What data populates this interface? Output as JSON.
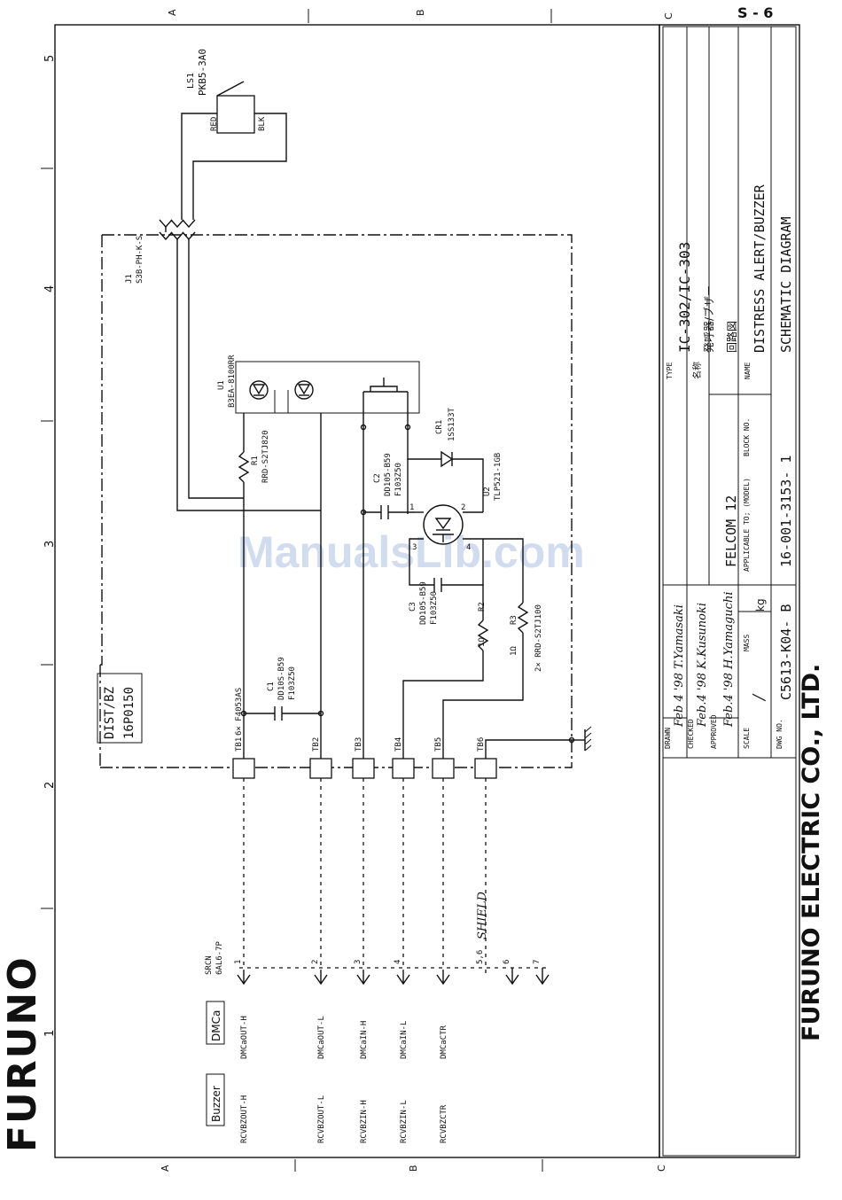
{
  "page": {
    "number": "S - 6",
    "watermark": "ManualsLib.com",
    "brand_logo": "FURUNO",
    "grid_letters": [
      "A",
      "B",
      "C"
    ],
    "grid_numbers": [
      "5",
      "4",
      "3",
      "2",
      "1"
    ]
  },
  "title_block": {
    "company": "FURUNO ELECTRIC CO., LTD.",
    "type_label": "TYPE",
    "type_value": "IC-302/IC-303",
    "name_jp_label": "名称",
    "name_jp_value": "発呼器/ブザー",
    "kind_jp": "回路図",
    "name_label": "NAME",
    "name_value": "DISTRESS ALERT/BUZZER",
    "subtitle": "SCHEMATIC DIAGRAM",
    "drawn_label": "DRAWN",
    "drawn_value": "Feb 4 '98 T.Yamasaki",
    "checked_label": "CHECKED",
    "checked_value": "Feb.4 '98 K.Kusunoki",
    "approved_label": "APPROVED",
    "approved_value": "Feb.4 '98 H.Yamaguchi",
    "scale_label": "SCALE",
    "scale_value": "/",
    "mass_label": "MASS",
    "mass_unit": "kg",
    "applicable_label": "APPLICABLE TO; (MODEL)",
    "applicable_value": "FELCOM 12",
    "block_label": "BLOCK NO.",
    "block_value": "16-001-3153- 1",
    "dwg_label": "DWG NO.",
    "dwg_value": "C5613-K04- B"
  },
  "schematic": {
    "board_name": "DIST/BZ",
    "board_code": "16P0150",
    "ls1_ref": "LS1",
    "ls1_part": "PKB5-3A0",
    "ls1_red": "RED",
    "ls1_blk": "BLK",
    "j1_ref": "J1",
    "j1_part": "S3B-PH-K-S",
    "u1_ref": "U1",
    "u1_part": "B3EA-8100RR",
    "r1_ref": "R1",
    "r1_part": "RRD-S2TJ820",
    "c1_ref": "C1",
    "c1_part": "DD10S-B59",
    "c1_value": "F103Z50",
    "c2_ref": "C2",
    "c2_part": "DD105-B59",
    "c2_value": "F103Z50",
    "c3_ref": "C3",
    "c3_part": "DD105-B59",
    "c3_value": "F103Z50",
    "cr1_ref": "CR1",
    "cr1_part": "1SS133T",
    "u2_ref": "U2",
    "u2_part": "TLP521-1GB",
    "r2_ref": "R2",
    "r2_value": "1Ω",
    "r3_ref": "R3",
    "r3_value": "1Ω",
    "r23_part": "2× RRD-S2TJ100",
    "tb1_part": "6× F4053AS",
    "shield": "SHIELD",
    "srcn_ref": "SRCN",
    "srcn_part": "6AL6-7P",
    "terminals": [
      "TB1",
      "TB2",
      "TB3",
      "TB4",
      "TB5",
      "TB6"
    ],
    "pins": [
      "1",
      "2",
      "3",
      "4",
      "5,6",
      "6",
      "7"
    ],
    "u2_pins": [
      "1",
      "2",
      "3",
      "4"
    ],
    "dmc_title": "DMCa",
    "buzzer_title": "Buzzer",
    "dmc_signals": [
      "DMCaOUT-H",
      "DMCaOUT-L",
      "DMCaIN-H",
      "DMCaIN-L",
      "DMCaCTR"
    ],
    "buzzer_signals": [
      "RCVBZOUT-H",
      "RCVBZOUT-L",
      "RCVBZIN-H",
      "RCVBZIN-L",
      "RCVBZCTR"
    ]
  }
}
